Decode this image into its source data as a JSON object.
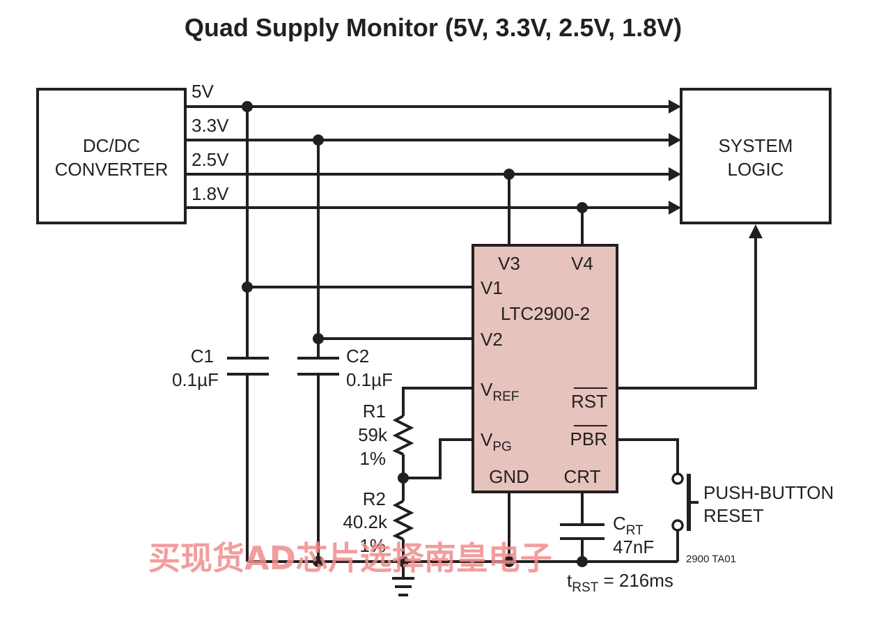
{
  "title": "Quad Supply Monitor (5V, 3.3V, 2.5V, 1.8V)",
  "converter": {
    "line1": "DC/DC",
    "line2": "CONVERTER"
  },
  "system_logic": {
    "line1": "SYSTEM",
    "line2": "LOGIC"
  },
  "rails": [
    "5V",
    "3.3V",
    "2.5V",
    "1.8V"
  ],
  "chip": {
    "name": "LTC2900-2",
    "pins": {
      "v3": "V3",
      "v4": "V4",
      "v1": "V1",
      "v2": "V2",
      "vref_main": "V",
      "vref_sub": "REF",
      "vpg_main": "V",
      "vpg_sub": "PG",
      "rst": "RST",
      "pbr": "PBR",
      "gnd": "GND",
      "crt": "CRT"
    }
  },
  "components": {
    "c1": {
      "name": "C1",
      "value": "0.1µF"
    },
    "c2": {
      "name": "C2",
      "value": "0.1µF"
    },
    "r1": {
      "name": "R1",
      "value": "59k",
      "tolerance": "1%"
    },
    "r2": {
      "name": "R2",
      "value": "40.2k",
      "tolerance": "1%"
    },
    "crt": {
      "name_main": "C",
      "name_sub": "RT",
      "value": "47nF"
    }
  },
  "push_button": {
    "line1": "PUSH-BUTTON",
    "line2": "RESET"
  },
  "trst": {
    "main": "t",
    "sub": "RST",
    "rest": " = 216ms"
  },
  "figure_code": "2900 TA01",
  "watermark": "买现货AD芯片选择南皇电子",
  "colors": {
    "chip_fill": "#e6c3bd",
    "ink": "#231f20",
    "watermark": "#f08c8c"
  }
}
